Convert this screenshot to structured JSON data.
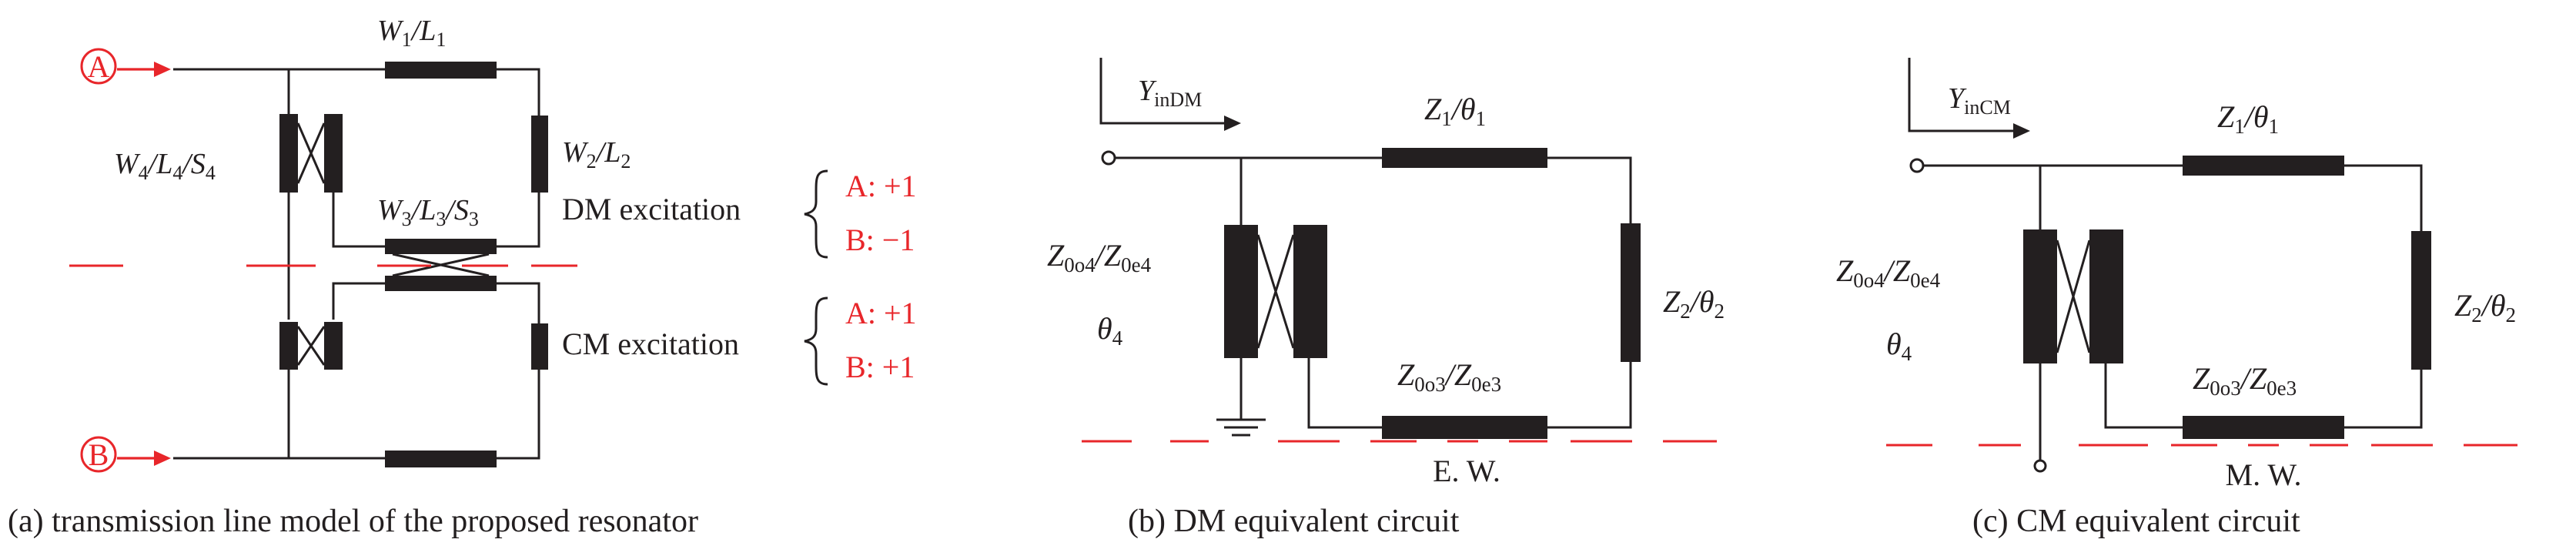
{
  "colors": {
    "ink": "#231f20",
    "accent": "#e8262a",
    "background": "#ffffff"
  },
  "panel_a": {
    "port_a": "A",
    "port_b": "B",
    "w1_l1": {
      "a": "W",
      "b": "1",
      "c": "/L",
      "d": "1"
    },
    "w2_l2": {
      "a": "W",
      "b": "2",
      "c": "/L",
      "d": "2"
    },
    "w3_l3_s3": {
      "a": "W",
      "b": "3",
      "c": "/L",
      "d": "3",
      "e": "/S",
      "f": "3"
    },
    "w4_l4_s4": {
      "a": "W",
      "b": "4",
      "c": "/L",
      "d": "4",
      "e": "/S",
      "f": "4"
    },
    "dm_excitation": "DM excitation",
    "dm_a": "A: +1",
    "dm_b": "B: −1",
    "cm_excitation": "CM excitation",
    "cm_a": "A: +1",
    "cm_b": "B: +1",
    "caption": "(a) transmission line model of the proposed resonator"
  },
  "panel_b": {
    "yin": {
      "a": "Y",
      "b": "inDM"
    },
    "z1": {
      "a": "Z",
      "b": "1",
      "c": "/θ",
      "d": "1"
    },
    "z2": {
      "a": "Z",
      "b": "2",
      "c": "/θ",
      "d": "2"
    },
    "z3": {
      "a": "Z",
      "b": "0o3",
      "c": "/Z",
      "d": "0e3"
    },
    "z4": {
      "a": "Z",
      "b": "0o4",
      "c": "/Z",
      "d": "0e4"
    },
    "theta4": {
      "a": "θ",
      "b": "4"
    },
    "wall": "E. W.",
    "caption": "(b) DM equivalent circuit"
  },
  "panel_c": {
    "yin": {
      "a": "Y",
      "b": "inCM"
    },
    "z1": {
      "a": "Z",
      "b": "1",
      "c": "/θ",
      "d": "1"
    },
    "z2": {
      "a": "Z",
      "b": "2",
      "c": "/θ",
      "d": "2"
    },
    "z3": {
      "a": "Z",
      "b": "0o3",
      "c": "/Z",
      "d": "0e3"
    },
    "z4": {
      "a": "Z",
      "b": "0o4",
      "c": "/Z",
      "d": "0e4"
    },
    "theta4": {
      "a": "θ",
      "b": "4"
    },
    "wall": "M. W.",
    "caption": "(c) CM equivalent circuit"
  }
}
